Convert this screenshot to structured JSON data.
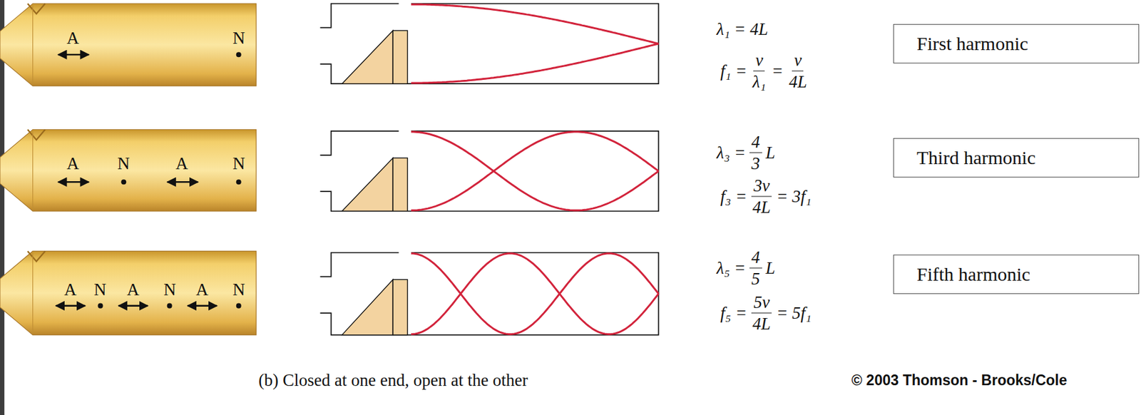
{
  "diagram": {
    "caption": "(b) Closed at one end, open at the other",
    "nodes": [
      {
        "text": [
          "First harmonic"
        ]
      },
      {
        "text": [
          "Third harmonic"
        ]
      },
      {
        "text": [
          "Fifth harmonic"
        ]
      }
    ],
    "labels": [
      "A",
      "N",
      "A",
      "N",
      "A",
      "N",
      "A",
      "N",
      "A",
      "N",
      "A",
      "N",
      "λ₁ = 4L",
      "f₁ =",
      "v",
      "λ₁",
      "=",
      "v",
      "4L",
      "λ₃ =",
      "4",
      "3",
      "L",
      "f₃ =",
      "3v",
      "4L",
      "= 3f₁",
      "λ₅ =",
      "4",
      "5",
      "L",
      "f₅ =",
      "5v",
      "4L",
      "= 5f₁",
      "© 2003 Thomson - Brooks/Cole"
    ]
  }
}
